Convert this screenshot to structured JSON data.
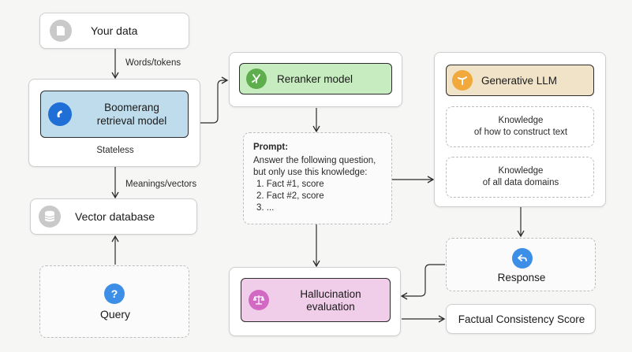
{
  "nodes": {
    "your_data": "Your data",
    "boomerang": [
      "Boomerang",
      "retrieval model"
    ],
    "stateless": "Stateless",
    "vector_db": "Vector database",
    "query": "Query",
    "reranker": "Reranker model",
    "prompt": {
      "title": "Prompt:",
      "lines": [
        "Answer the following question,",
        "but only use this knowledge:"
      ],
      "facts": [
        "1.  Fact #1, score",
        "2.  Fact #2, score",
        "3.  ..."
      ]
    },
    "generative_llm": "Generative LLM",
    "knowledge_text": [
      "Knowledge",
      "of how to construct text"
    ],
    "knowledge_domains": [
      "Knowledge",
      "of all data domains"
    ],
    "response": "Response",
    "hallucination": [
      "Hallucination",
      "evaluation"
    ],
    "factual_score": "Factual Consistency Score"
  },
  "edges": {
    "words_tokens": "Words/tokens",
    "meanings_vectors": "Meanings/vectors"
  },
  "icons": {
    "your_data": "document-icon",
    "boomerang": "boomerang-icon",
    "vector_db": "database-icon",
    "query": "question-icon",
    "reranker": "reranker-icon",
    "generative_llm": "llm-icon",
    "response": "reply-icon",
    "hallucination": "scale-icon"
  },
  "colors": {
    "boomerang_fill": "#bfdcec",
    "boomerang_icon": "#1f6fd6",
    "reranker_fill": "#c7ecc0",
    "reranker_icon": "#5fae4e",
    "llm_fill": "#f0e3c8",
    "llm_icon": "#f2a93b",
    "hallucination_fill": "#f0cde9",
    "hallucination_icon": "#d26ac4",
    "query_icon": "#3d8ee6",
    "response_icon": "#3d8ee6",
    "neutral_icon": "#c9c9c9"
  }
}
